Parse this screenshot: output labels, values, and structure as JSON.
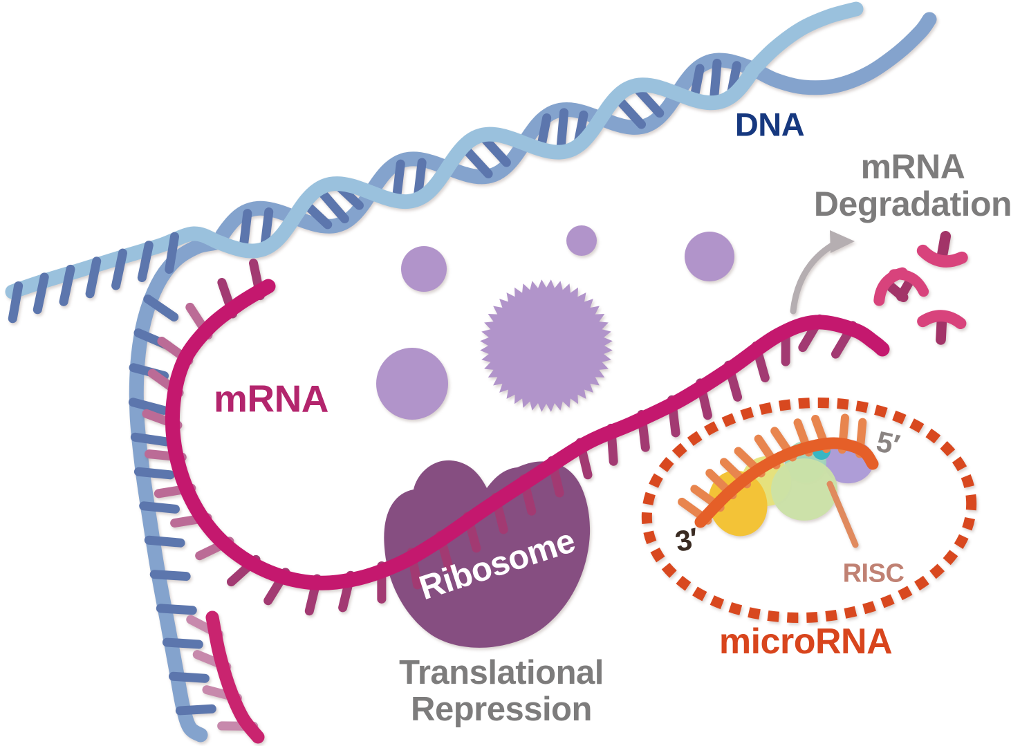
{
  "background": "#ffffff",
  "labels": {
    "dna": {
      "text": "DNA",
      "color": "#16387f"
    },
    "mrna": {
      "text": "mRNA",
      "color": "#b3256d"
    },
    "mrna_degradation": {
      "line1": "mRNA",
      "line2": "Degradation",
      "color": "#7d7c7c"
    },
    "ribosome": {
      "text": "Ribosome",
      "color": "#ffffff"
    },
    "translational_repression": {
      "line1": "Translational",
      "line2": "Repression",
      "color": "#7d7c7c"
    },
    "microrna": {
      "text": "microRNA",
      "color": "#d8451d"
    },
    "risc": {
      "text": "RISC",
      "color": "#c08173"
    },
    "five_prime": {
      "text": "5′",
      "color": "#8a8482"
    },
    "three_prime": {
      "text": "3′",
      "color": "#3a2b22"
    }
  },
  "colors": {
    "lightBlue": "#9ac1dd",
    "medBlue": "#84a3cd",
    "forkBlue": "#6e8cc4",
    "toothBlue": "#5c76ad",
    "mrna": "#c4186e",
    "mrnaToothDark": "#a23a72",
    "mrnaToothLight": "#bb6b96",
    "shortStrand": "#c9246f",
    "shortTooth": "#c789ac",
    "purple": "#b194ca",
    "ribosome": "#864e81",
    "orangeStrand": "#e55f28",
    "orangeTooth": "#e8854e",
    "orangeDot": "#d8481f",
    "riscLine": "#e08a5e",
    "blobYellow": "#f3c337",
    "blobYellowGreen": "#e6e376",
    "blobLightGreen": "#cbe2a6",
    "blobMidGreen": "#9ed4b8",
    "blobTeal": "#38b6c4",
    "blobLavender": "#ae9dd7",
    "arrowGray": "#b5aeb1",
    "fragPink": "#d8437c",
    "fragStem": "#a23468"
  }
}
